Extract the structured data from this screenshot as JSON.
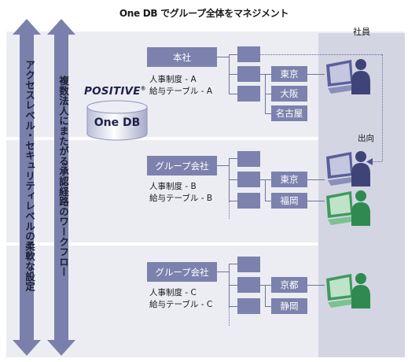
{
  "title": "One DB でグループ全体をマネジメント",
  "employee_header": "社員",
  "arrows": {
    "left": "アクセスレベル・セキュリティレベルの柔軟な設定",
    "right": "複数法人にまたがる承認経路のワークフロー"
  },
  "db": {
    "brand": "POSITIVE",
    "registered": "®",
    "label": "One DB"
  },
  "companies": [
    {
      "name": "本社",
      "info": [
        "人事制度 - A",
        "給与テーブル - A"
      ],
      "branches": [
        "東京",
        "大阪",
        "名古屋"
      ]
    },
    {
      "name": "グループ会社",
      "info": [
        "人事制度 - B",
        "給与テーブル - B"
      ],
      "branches": [
        "東京",
        "福岡"
      ]
    },
    {
      "name": "グループ会社",
      "info": [
        "人事制度 - C",
        "給与テーブル - C"
      ],
      "branches": [
        "京都",
        "静岡"
      ]
    }
  ],
  "transfer_label": "出向",
  "colors": {
    "box": "#7c82ad",
    "band": "#ecedf3",
    "employee_column": "#d3d5e3",
    "arrow": "#7a80ab",
    "employee_blue": "#5a5f9a",
    "employee_green": "#4aa86a"
  },
  "icons": [
    "employee-blue-icon",
    "employee-green-icon"
  ]
}
